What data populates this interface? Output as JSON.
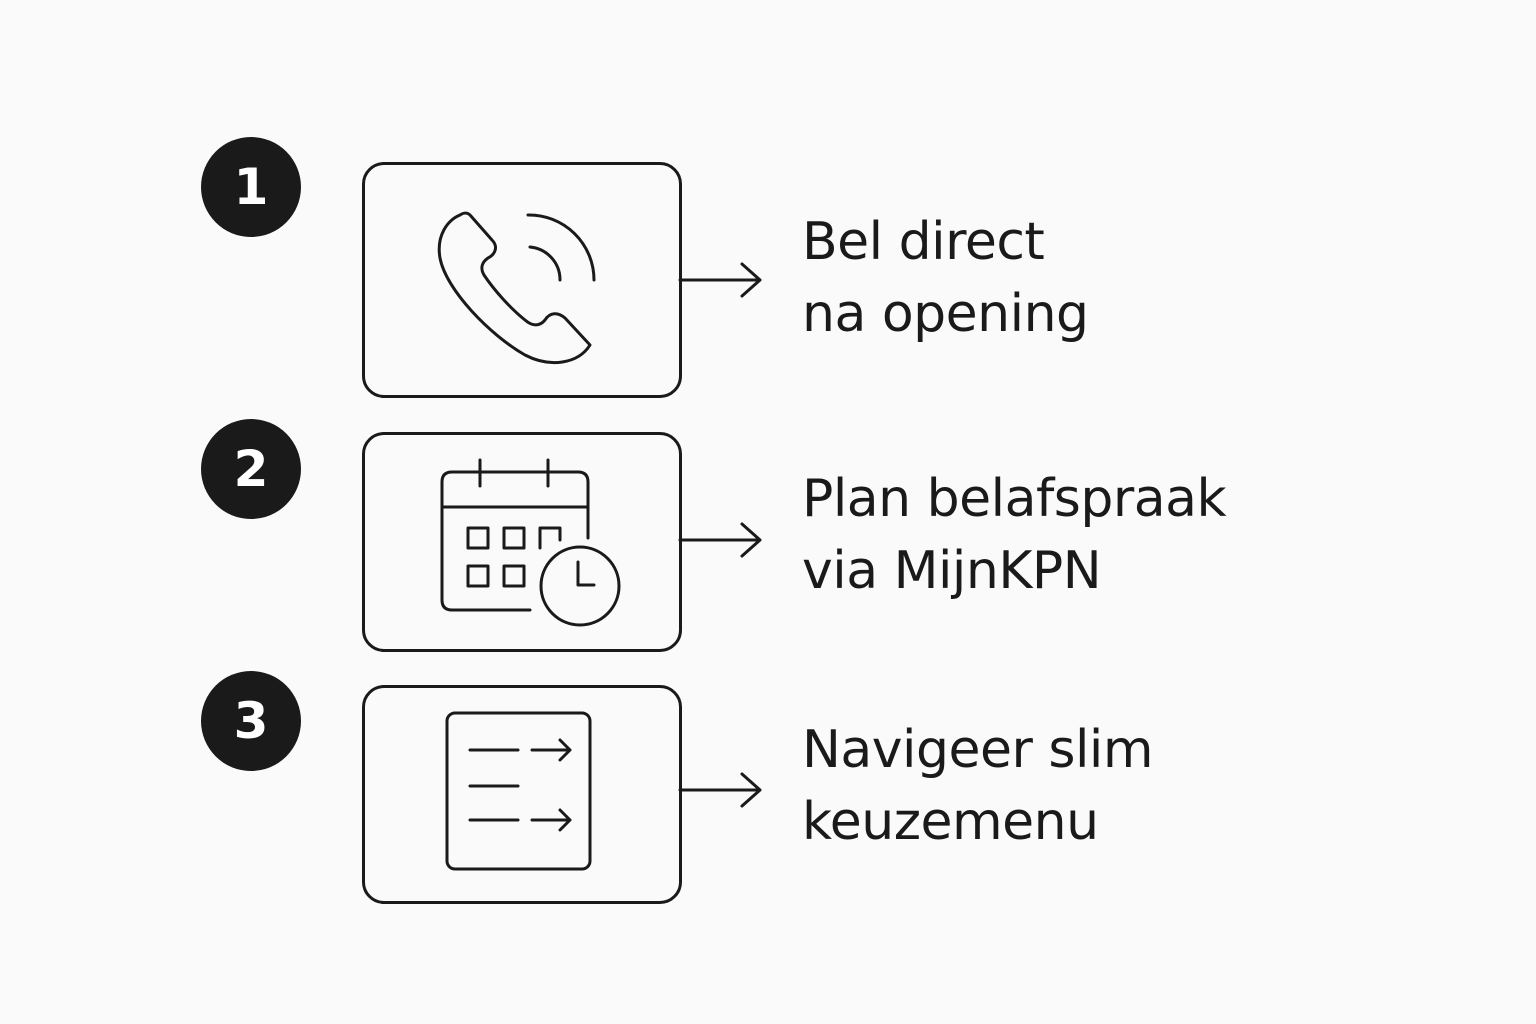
{
  "steps": [
    {
      "number": "1",
      "icon": "phone-icon",
      "line1": "Bel direct",
      "line2": "na opening"
    },
    {
      "number": "2",
      "icon": "calendar-clock-icon",
      "line1": "Plan belafspraak",
      "line2": "via MijnKPN"
    },
    {
      "number": "3",
      "icon": "menu-list-icon",
      "line1": "Navigeer slim",
      "line2": "keuzemenu"
    }
  ],
  "colors": {
    "ink": "#1a1a1a",
    "background": "#fafafa"
  }
}
